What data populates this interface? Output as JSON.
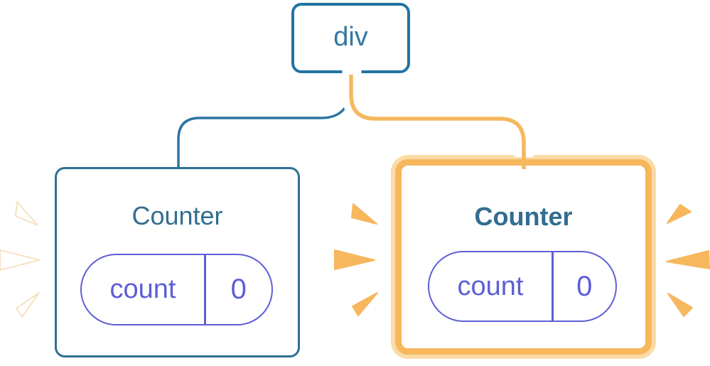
{
  "diagram": {
    "description": "React component tree: a div root with two Counter children; the right Counter is highlighted as just updated",
    "root": {
      "label": "div"
    },
    "children": [
      {
        "title": "Counter",
        "state": {
          "key": "count",
          "value": "0"
        },
        "highlighted": false
      },
      {
        "title": "Counter",
        "state": {
          "key": "count",
          "value": "0"
        },
        "highlighted": true
      }
    ]
  },
  "colors": {
    "node_border_blue": "#2173a3",
    "connector_blue": "#2e74a3",
    "card_border_blue": "#2e6f94",
    "title_teal": "#316d90",
    "node_text_blue": "#3577a1",
    "state_purple": "#5e5ed6",
    "highlight_orange": "#f6b75d",
    "highlight_orange_light": "#fbdba6",
    "background": "#ffffff"
  }
}
